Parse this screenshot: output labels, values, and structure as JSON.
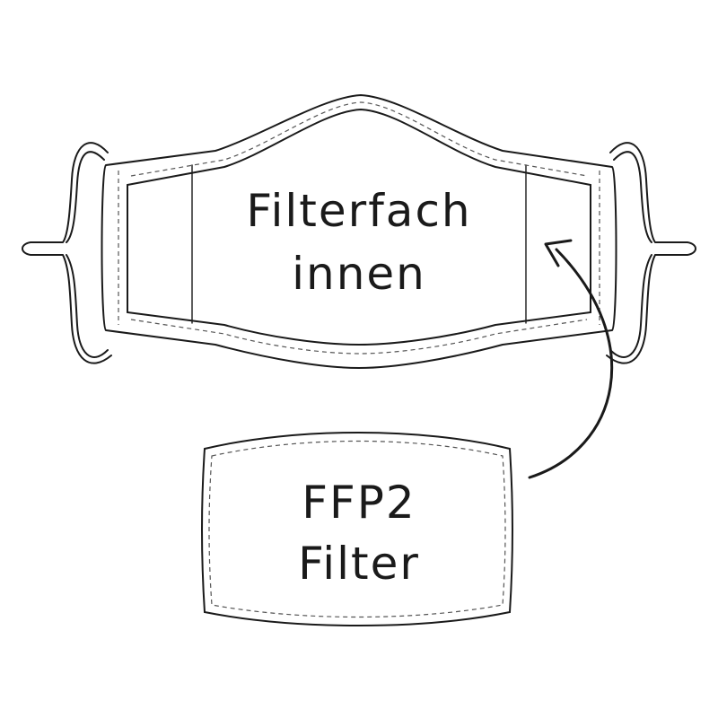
{
  "mask": {
    "label_line1": "Filterfach",
    "label_line2": "innen"
  },
  "filter": {
    "label_line1": "FFP2",
    "label_line2": "Filter"
  },
  "colors": {
    "stroke": "#1a1a1a",
    "stitch": "#555555",
    "background": "#ffffff"
  }
}
